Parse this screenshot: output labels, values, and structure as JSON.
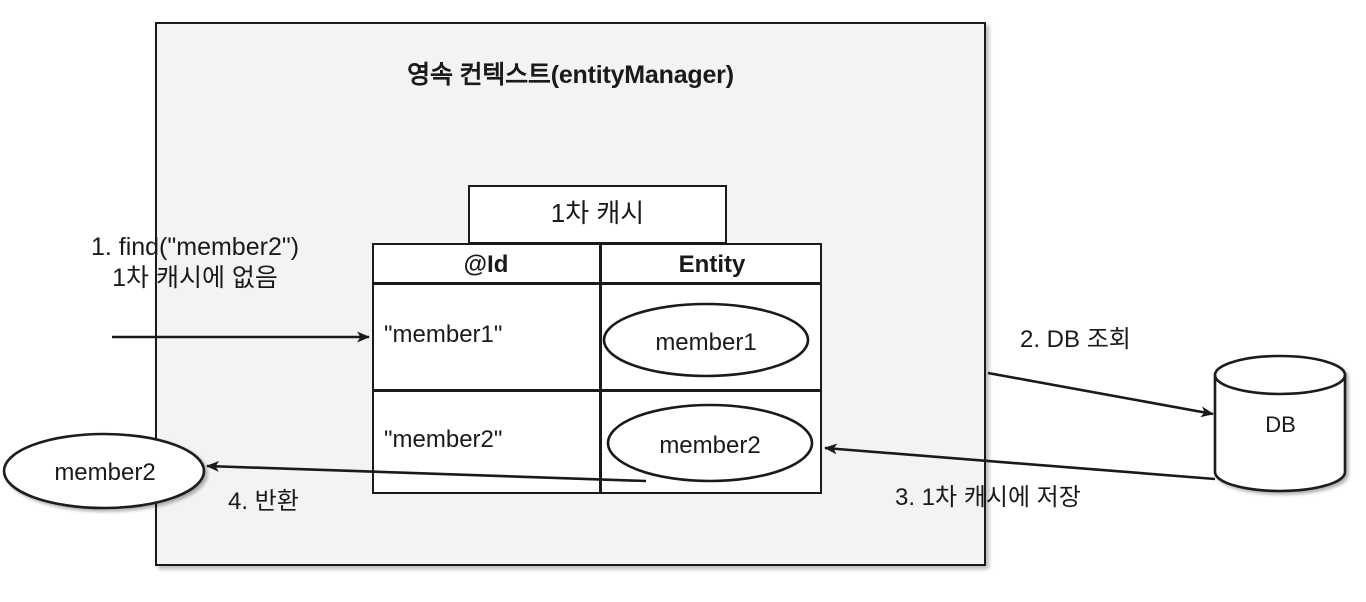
{
  "diagram": {
    "title": "영속 컨텍스트(entityManager)",
    "container_name": "persistence-context",
    "background_color": "#f3f3f3",
    "stroke_color": "#1a1a1a"
  },
  "cache": {
    "tab_label": "1차 캐시",
    "columns": [
      "@Id",
      "Entity"
    ],
    "rows": [
      {
        "id": "\"member1\"",
        "entity": "member1"
      },
      {
        "id": "\"member2\"",
        "entity": "member2"
      }
    ]
  },
  "database": {
    "label": "DB"
  },
  "returned_entity": {
    "label": "member2"
  },
  "steps": [
    {
      "number": "1",
      "label": "1. find(\"member2\")\n1차 캐시에 없음"
    },
    {
      "number": "2",
      "label": "2. DB 조회"
    },
    {
      "number": "3",
      "label": "3. 1차 캐시에 저장"
    },
    {
      "number": "4",
      "label": "4. 반환"
    }
  ]
}
